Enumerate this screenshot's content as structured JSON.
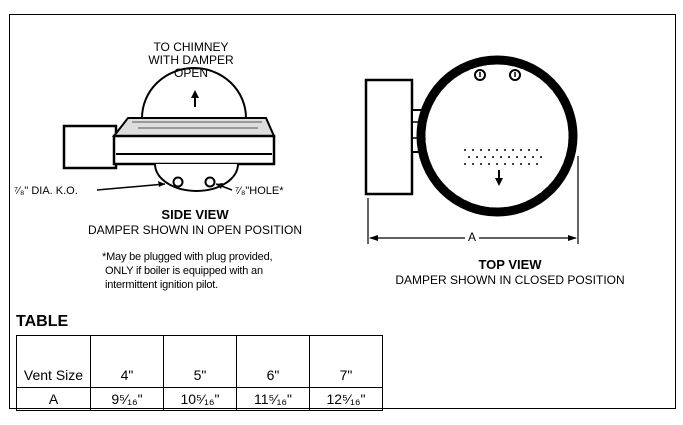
{
  "side_view": {
    "chimney_label": [
      "TO CHIMNEY",
      "WITH DAMPER",
      "OPEN"
    ],
    "ko_label": "⁷⁄₈\" DIA. K.O.",
    "hole_label": "⁷⁄₈\"HOLE*",
    "title": "SIDE VIEW",
    "subtitle": "DAMPER SHOWN IN OPEN POSITION",
    "note": [
      "*May be plugged with plug provided,",
      "ONLY if boiler is equipped with an",
      "intermittent ignition pilot."
    ]
  },
  "top_view": {
    "dimension_label": "A",
    "title": "TOP VIEW",
    "subtitle": "DAMPER SHOWN IN CLOSED POSITION"
  },
  "table": {
    "title": "TABLE",
    "header": [
      "Vent Size",
      "4\"",
      "5\"",
      "6\"",
      "7\""
    ],
    "rows": [
      [
        "A",
        "9⁵⁄₁₆\"",
        "10⁵⁄₁₆\"",
        "11⁵⁄₁₆\"",
        "12⁵⁄₁₆\""
      ]
    ]
  }
}
